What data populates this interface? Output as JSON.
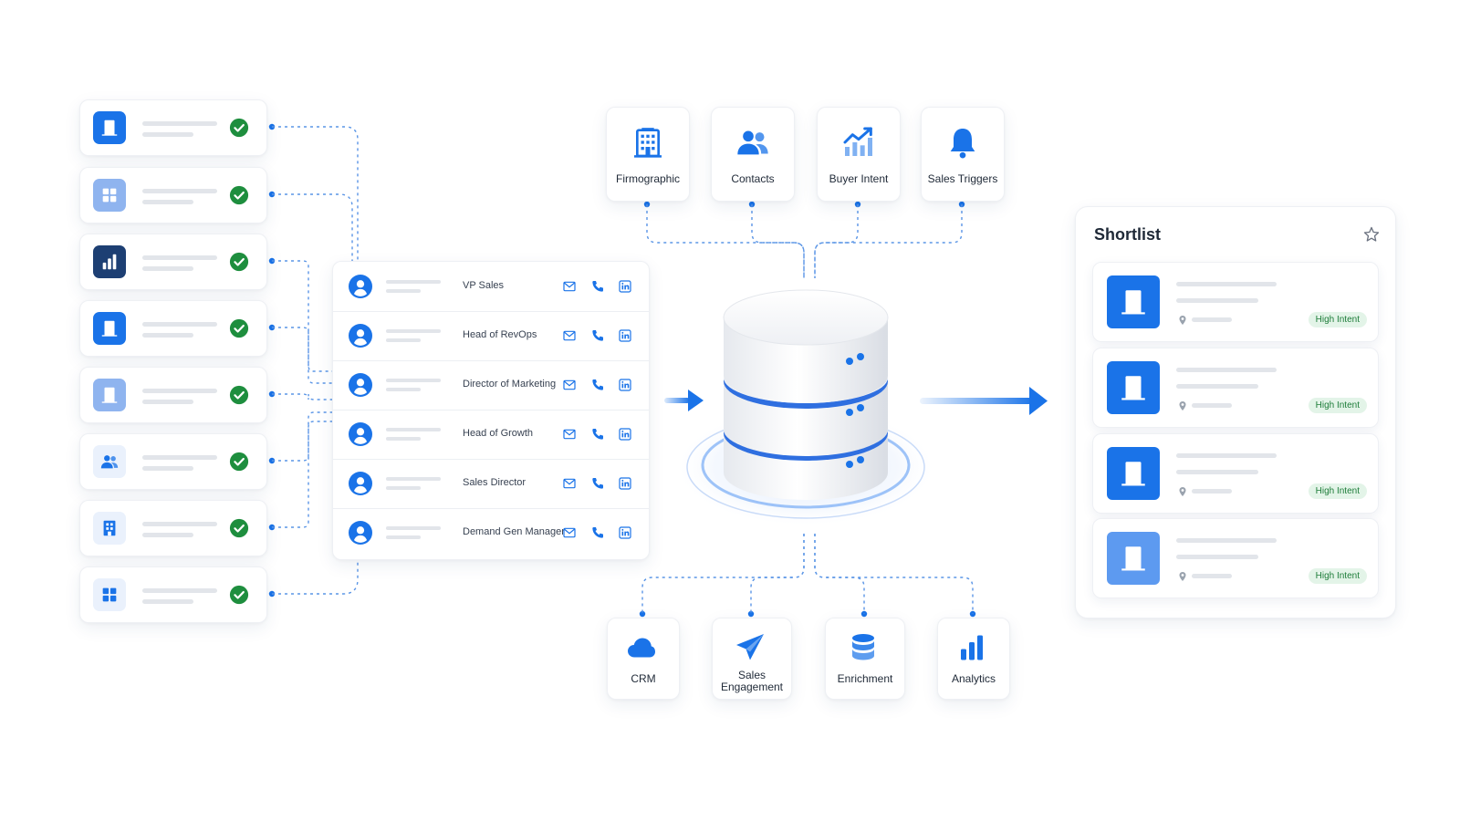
{
  "colors": {
    "primary": "#1a73e8",
    "light_blue": "#8fb4ef",
    "navy": "#1d3f73",
    "check_green": "#1e8e3e",
    "badge_bg": "#e3f4e8",
    "badge_text": "#1e7d3a",
    "wire": "#5a95e6"
  },
  "companies": [
    {
      "icon": "building-icon",
      "style": "solid"
    },
    {
      "icon": "grid-building-icon",
      "style": "light"
    },
    {
      "icon": "bar-chart-icon",
      "style": "navy"
    },
    {
      "icon": "building-icon",
      "style": "solid"
    },
    {
      "icon": "building-icon",
      "style": "light"
    },
    {
      "icon": "people-icon",
      "style": "pale"
    },
    {
      "icon": "tower-building-icon",
      "style": "pale"
    },
    {
      "icon": "grid-building-icon",
      "style": "pale"
    }
  ],
  "contacts": [
    {
      "title": "VP Sales"
    },
    {
      "title": "Head of RevOps"
    },
    {
      "title": "Director of Marketing"
    },
    {
      "title": "Head of Growth"
    },
    {
      "title": "Sales Director"
    },
    {
      "title": "Demand Gen Manager"
    }
  ],
  "contact_actions": [
    "mail-icon",
    "phone-icon",
    "linkedin-icon"
  ],
  "sources": [
    {
      "label": "Firmographic",
      "icon": "office-building-icon"
    },
    {
      "label": "Contacts",
      "icon": "people-icon"
    },
    {
      "label": "Buyer Intent",
      "icon": "trend-chart-icon"
    },
    {
      "label": "Sales Triggers",
      "icon": "bell-icon"
    }
  ],
  "destinations": [
    {
      "label": "CRM",
      "icon": "cloud-icon"
    },
    {
      "label": "Sales Engagement",
      "icon": "paper-plane-icon"
    },
    {
      "label": "Enrichment",
      "icon": "database-icon"
    },
    {
      "label": "Analytics",
      "icon": "bar-chart-icon"
    }
  ],
  "shortlist": {
    "title": "Shortlist",
    "star_icon": "star-icon",
    "items": [
      {
        "badge": "High Intent",
        "icon": "building-icon",
        "style": "solid"
      },
      {
        "badge": "High Intent",
        "icon": "building-icon",
        "style": "solid"
      },
      {
        "badge": "High Intent",
        "icon": "building-icon",
        "style": "solid"
      },
      {
        "badge": "High Intent",
        "icon": "building-icon",
        "style": "light"
      }
    ]
  }
}
